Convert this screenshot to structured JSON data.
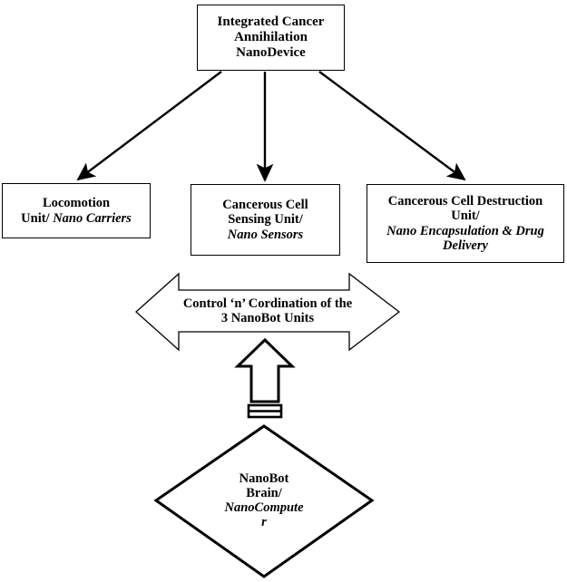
{
  "diagram": {
    "title_node": {
      "lines": [
        "Integrated Cancer",
        "Annihilation",
        "NanoDevice"
      ],
      "shape": "rectangle"
    },
    "unit_nodes": [
      {
        "id": "locomotion-unit",
        "label_bold": "Locomotion",
        "label_bold_2": "Unit/",
        "label_italic": " Nano Carriers",
        "shape": "rectangle"
      },
      {
        "id": "cancerous-cell-sensing-unit",
        "label_bold": "Cancerous Cell",
        "label_bold_2": "Sensing Unit/",
        "label_italic": "Nano Sensors",
        "shape": "rectangle"
      },
      {
        "id": "cancerous-cell-destruction-unit",
        "label_bold": "Cancerous Cell Destruction",
        "label_bold_2": "Unit/",
        "label_italic": "Nano Encapsulation & Drug Delivery",
        "shape": "rectangle"
      }
    ],
    "banner_node": {
      "id": "control-coordination-banner",
      "lines": [
        "Control ‘n’ Cordination of the",
        "3 NanoBot Units"
      ],
      "shape": "double-headed-arrow"
    },
    "brain_node": {
      "id": "nanobot-brain",
      "label_bold": "NanoBot",
      "label_bold_2": "Brain/",
      "label_italic": "NanoCompute",
      "label_italic_wrap": "r",
      "shape": "diamond"
    },
    "connectors": [
      {
        "id": "top-to-locomotion",
        "type": "arrow",
        "direction": "down-left"
      },
      {
        "id": "top-to-sensing",
        "type": "arrow",
        "direction": "down"
      },
      {
        "id": "top-to-destruction",
        "type": "arrow",
        "direction": "down-right"
      },
      {
        "id": "brain-to-banner",
        "type": "block-arrow",
        "direction": "up"
      }
    ],
    "colors": {
      "stroke": "#000000",
      "fill": "#ffffff",
      "text": "#000000"
    }
  }
}
